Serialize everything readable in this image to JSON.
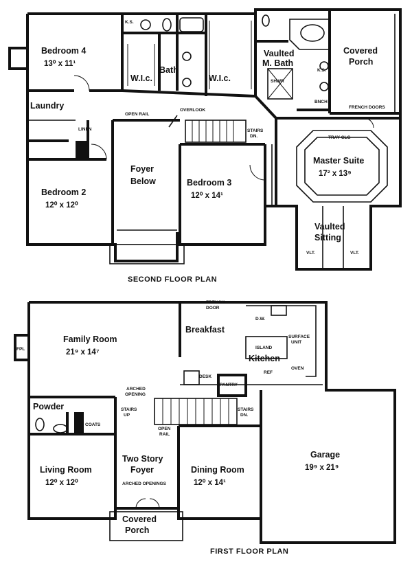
{
  "second_floor": {
    "title": "SECOND FLOOR PLAN",
    "bedroom4": {
      "name": "Bedroom 4",
      "size": "13⁰ x 11¹"
    },
    "bath": "Bath",
    "wic_left": "W.I.c.",
    "wic_right": "W.I.c.",
    "ks_left": "K.S.",
    "vaulted_bath_line1": "Vaulted",
    "vaulted_bath_line2": "M. Bath",
    "ks_right": "K.S.",
    "shwr": "SHWR",
    "bench": "BNCH",
    "covered_porch_line1": "Covered",
    "covered_porch_line2": "Porch",
    "french_doors": "FRENCH DOORS",
    "laundry": "Laundry",
    "linen": "LINEN",
    "open_rail": "OPEN RAIL",
    "overlook": "OVERLOOK",
    "stairs_dn_line1": "STAIRS",
    "stairs_dn_line2": "DN.",
    "tray_clg": "TRAY CLG",
    "master_suite": {
      "name": "Master Suite",
      "size": "17² x 13⁹"
    },
    "foyer_below_line1": "Foyer",
    "foyer_below_line2": "Below",
    "bedroom2": {
      "name": "Bedroom 2",
      "size": "12⁰ x 12⁰"
    },
    "bedroom3": {
      "name": "Bedroom 3",
      "size": "12⁰ x 14¹"
    },
    "vaulted_sitting_line1": "Vaulted",
    "vaulted_sitting_line2": "Sitting",
    "vlt_left": "VLT.",
    "vlt_right": "VLT."
  },
  "first_floor": {
    "title": "FIRST FLOOR PLAN",
    "fpl": "FPL",
    "family_room": {
      "name": "Family Room",
      "size": "21⁹ x 14⁷"
    },
    "french_door_line1": "FRENCH",
    "french_door_line2": "DOOR",
    "breakfast": "Breakfast",
    "dw": "D.W.",
    "island": "ISLAND",
    "surface_unit_line1": "SURFACE",
    "surface_unit_line2": "UNIT",
    "kitchen": "Kitchen",
    "ref": "REF",
    "oven": "OVEN",
    "desk": "DESK",
    "pantry": "PANTRY",
    "arched_opening_line1": "ARCHED",
    "arched_opening_line2": "OPENING",
    "stairs_up_line1": "STAIRS",
    "stairs_up_line2": "UP",
    "stairs_dn_line1": "STAIRS",
    "stairs_dn_line2": "DN.",
    "powder": "Powder",
    "coats": "COATS",
    "open_rail_line1": "OPEN",
    "open_rail_line2": "RAIL",
    "living_room": {
      "name": "Living Room",
      "size": "12⁰ x 12⁰"
    },
    "two_story_foyer_line1": "Two Story",
    "two_story_foyer_line2": "Foyer",
    "arched_openings": "ARCHED OPENINGS",
    "dining_room": {
      "name": "Dining Room",
      "size": "12⁰ x 14¹"
    },
    "garage": {
      "name": "Garage",
      "size": "19⁹ x 21⁹"
    },
    "covered_porch_line1": "Covered",
    "covered_porch_line2": "Porch"
  }
}
